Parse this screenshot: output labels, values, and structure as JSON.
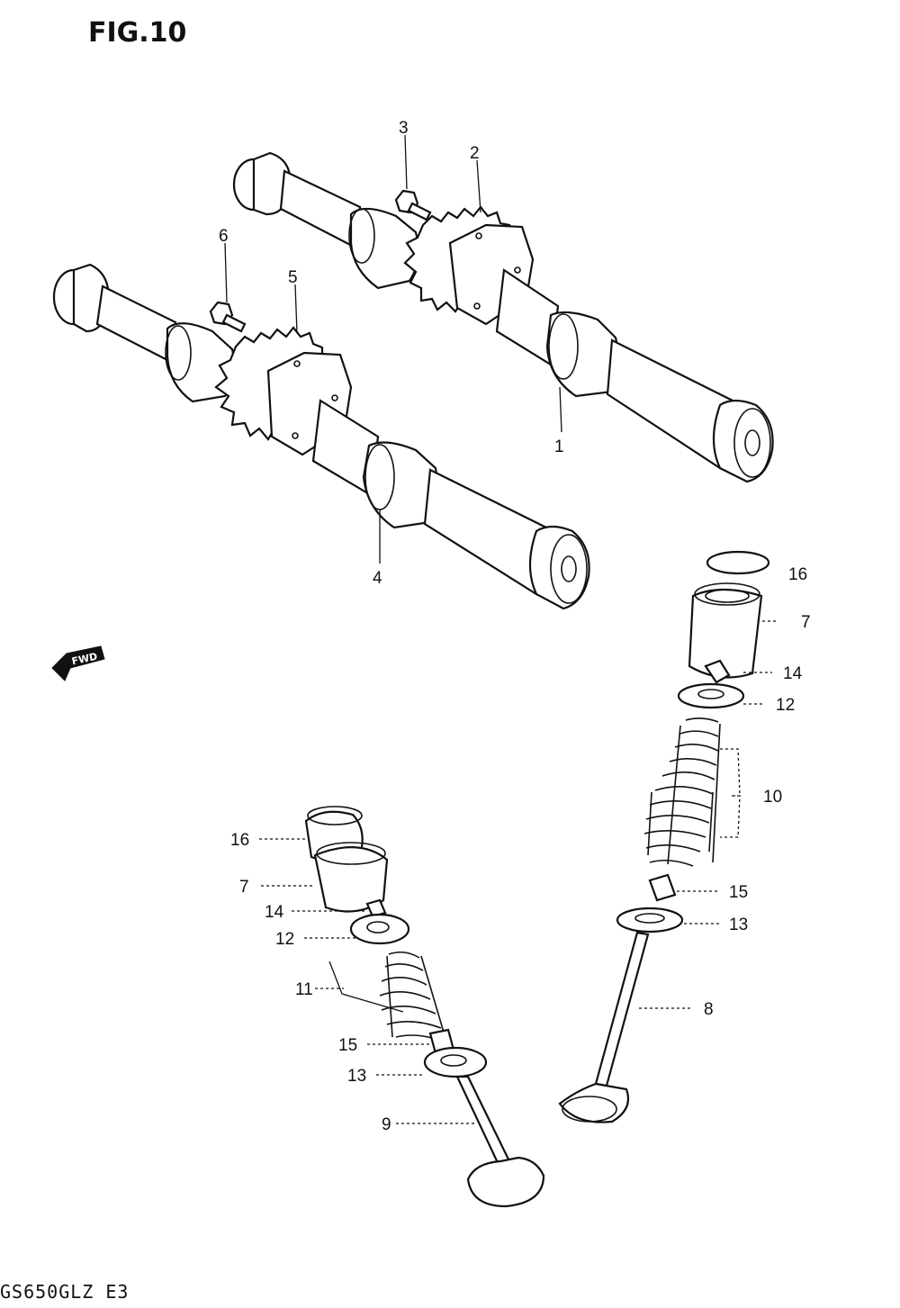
{
  "figure": {
    "title": "FIG.10",
    "model_code": "GS650GLZ E3",
    "fwd_label": "FWD"
  },
  "callouts": {
    "c1": "1",
    "c2": "2",
    "c3": "3",
    "c4": "4",
    "c5": "5",
    "c6": "6",
    "c7_right": "7",
    "c7_left": "7",
    "c8": "8",
    "c9": "9",
    "c10": "10",
    "c11": "11",
    "c12_right": "12",
    "c12_left": "12",
    "c13_right": "13",
    "c13_left": "13",
    "c14_right": "14",
    "c14_left": "14",
    "c15_right": "15",
    "c15_left": "15",
    "c16_right": "16",
    "c16_left": "16"
  }
}
